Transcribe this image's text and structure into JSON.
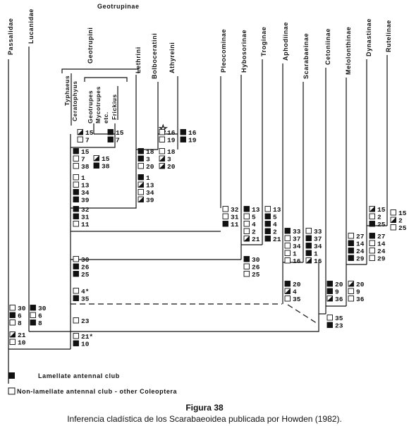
{
  "taxa": {
    "passalidae": "Passalidae",
    "lucanidae": "Lucanidae",
    "geotrupinae": "Geotrupinae",
    "typhaeus": "Typhaeus",
    "ceratophyus": "Ceratophyus",
    "geotrupini": "Geotrupini",
    "geotrupes": "Geotrupes",
    "mycotrupes": "Mycotrupes",
    "etc": "etc.",
    "frickius": "Frickius",
    "lethrini": "Lethrini",
    "bolboceratini": "Bolboceratini",
    "athyreini": "Athyreini",
    "pleocominae": "Pleocominae",
    "hybosorinae": "Hybosorinae",
    "troginae": "Troginae",
    "aphodiinae": "Aphodiinae",
    "scarabaeinae": "Scarabaeinae",
    "cetoniinae": "Cetoniinae",
    "melolonthinae": "Melolonthinae",
    "dynastinae": "Dynastinae",
    "rutelinae": "Rutelinae"
  },
  "characters": [
    {
      "num": "15",
      "state": "half"
    },
    {
      "num": "7",
      "state": "open"
    },
    {
      "num": "15",
      "state": "filled"
    },
    {
      "num": "7",
      "state": "filled"
    },
    {
      "num": "16",
      "state": "open"
    },
    {
      "num": "19",
      "state": "open"
    },
    {
      "num": "16",
      "state": "filled"
    },
    {
      "num": "19",
      "state": "filled"
    },
    {
      "num": "15",
      "state": "filled"
    },
    {
      "num": "7",
      "state": "open"
    },
    {
      "num": "38",
      "state": "open"
    },
    {
      "num": "15",
      "state": "half"
    },
    {
      "num": "38",
      "state": "filled"
    },
    {
      "num": "18",
      "state": "filled"
    },
    {
      "num": "3",
      "state": "filled"
    },
    {
      "num": "20",
      "state": "open"
    },
    {
      "num": "18",
      "state": "open"
    },
    {
      "num": "3",
      "state": "half"
    },
    {
      "num": "20",
      "state": "half"
    },
    {
      "num": "1",
      "state": "open"
    },
    {
      "num": "13",
      "state": "open"
    },
    {
      "num": "34",
      "state": "filled"
    },
    {
      "num": "39",
      "state": "filled"
    },
    {
      "num": "1",
      "state": "filled"
    },
    {
      "num": "13",
      "state": "half"
    },
    {
      "num": "34",
      "state": "open"
    },
    {
      "num": "39",
      "state": "half"
    },
    {
      "num": "32",
      "state": "filled"
    },
    {
      "num": "31",
      "state": "filled"
    },
    {
      "num": "11",
      "state": "open"
    },
    {
      "num": "32",
      "state": "open"
    },
    {
      "num": "31",
      "state": "open"
    },
    {
      "num": "11",
      "state": "filled"
    },
    {
      "num": "13",
      "state": "filled"
    },
    {
      "num": "5",
      "state": "open"
    },
    {
      "num": "4",
      "state": "open"
    },
    {
      "num": "2",
      "state": "open"
    },
    {
      "num": "21",
      "state": "half"
    },
    {
      "num": "13",
      "state": "open"
    },
    {
      "num": "5",
      "state": "filled"
    },
    {
      "num": "4",
      "state": "filled"
    },
    {
      "num": "2",
      "state": "filled"
    },
    {
      "num": "21",
      "state": "filled"
    },
    {
      "num": "33",
      "state": "filled"
    },
    {
      "num": "37",
      "state": "open"
    },
    {
      "num": "34",
      "state": "open"
    },
    {
      "num": "1",
      "state": "open"
    },
    {
      "num": "16",
      "state": "open"
    },
    {
      "num": "33",
      "state": "open"
    },
    {
      "num": "37",
      "state": "filled"
    },
    {
      "num": "34",
      "state": "filled"
    },
    {
      "num": "1",
      "state": "filled"
    },
    {
      "num": "16",
      "state": "half"
    },
    {
      "num": "15",
      "state": "half"
    },
    {
      "num": "2",
      "state": "open"
    },
    {
      "num": "25",
      "state": "filled"
    },
    {
      "num": "15",
      "state": "open"
    },
    {
      "num": "2",
      "state": "half"
    },
    {
      "num": "25",
      "state": "open"
    },
    {
      "num": "27",
      "state": "open"
    },
    {
      "num": "14",
      "state": "filled"
    },
    {
      "num": "24",
      "state": "filled"
    },
    {
      "num": "29",
      "state": "filled"
    },
    {
      "num": "27",
      "state": "filled"
    },
    {
      "num": "14",
      "state": "open"
    },
    {
      "num": "24",
      "state": "open"
    },
    {
      "num": "29",
      "state": "open"
    },
    {
      "num": "30",
      "state": "open"
    },
    {
      "num": "26",
      "state": "filled"
    },
    {
      "num": "25",
      "state": "filled"
    },
    {
      "num": "30",
      "state": "filled"
    },
    {
      "num": "26",
      "state": "open"
    },
    {
      "num": "25",
      "state": "open"
    },
    {
      "num": "20",
      "state": "filled"
    },
    {
      "num": "4",
      "state": "half"
    },
    {
      "num": "35",
      "state": "open"
    },
    {
      "num": "20",
      "state": "filled"
    },
    {
      "num": "9",
      "state": "filled"
    },
    {
      "num": "36",
      "state": "half"
    },
    {
      "num": "20",
      "state": "half"
    },
    {
      "num": "9",
      "state": "open"
    },
    {
      "num": "36",
      "state": "open"
    },
    {
      "num": "4*",
      "state": "open"
    },
    {
      "num": "35",
      "state": "filled"
    },
    {
      "num": "30",
      "state": "open"
    },
    {
      "num": "6",
      "state": "filled"
    },
    {
      "num": "8",
      "state": "open"
    },
    {
      "num": "30",
      "state": "filled"
    },
    {
      "num": "6",
      "state": "open"
    },
    {
      "num": "8",
      "state": "filled"
    },
    {
      "num": "35",
      "state": "open"
    },
    {
      "num": "23",
      "state": "filled"
    },
    {
      "num": "23",
      "state": "open"
    },
    {
      "num": "21",
      "state": "half"
    },
    {
      "num": "10",
      "state": "open"
    },
    {
      "num": "21*",
      "state": "open"
    },
    {
      "num": "10",
      "state": "filled"
    }
  ],
  "legend": {
    "lamellate": "Lamellate antennal club",
    "non_lamellate": "Non-lamellate antennal club - other Coleoptera"
  },
  "caption": {
    "title": "Figura 38",
    "text": "Inferencia cladística de los Scarabaeoidea publicada por Howden (1982)."
  },
  "colors": {
    "ink": "#111111",
    "background": "#ffffff"
  }
}
